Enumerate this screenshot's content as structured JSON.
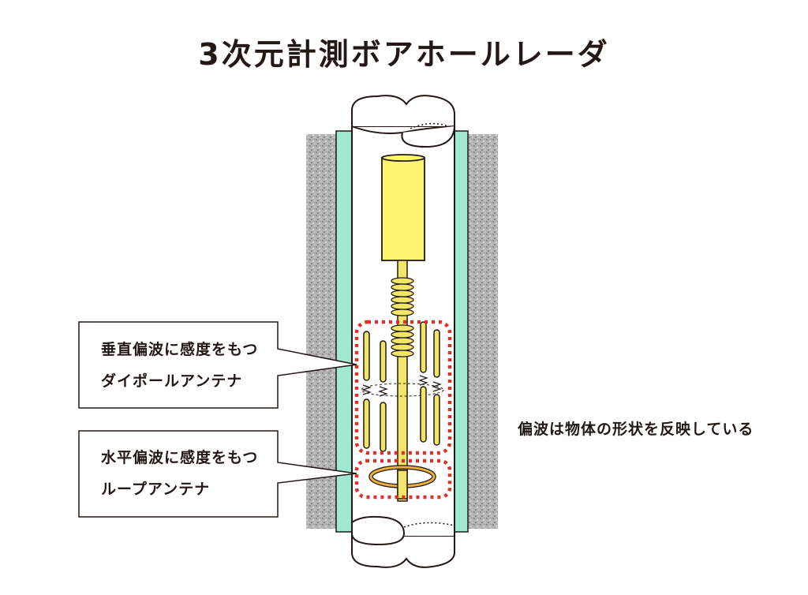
{
  "title": "3次元計測ボアホールレーダ",
  "callouts": {
    "vertical": {
      "line1": "垂直偏波に感度をもつ",
      "line2": "ダイポールアンテナ"
    },
    "horizontal": {
      "line1": "水平偏波に感度をもつ",
      "line2": "ループアンテナ"
    }
  },
  "note": "偏波は物体の形状を反映している",
  "colors": {
    "rock": "#b4b4b4",
    "borehole_water": "#9fe8d2",
    "probe_body": "#fff56e",
    "dipole": "#f2e66a",
    "loop": "#e8b23a",
    "highlight_dash": "#d9312b",
    "outline": "#231815"
  }
}
